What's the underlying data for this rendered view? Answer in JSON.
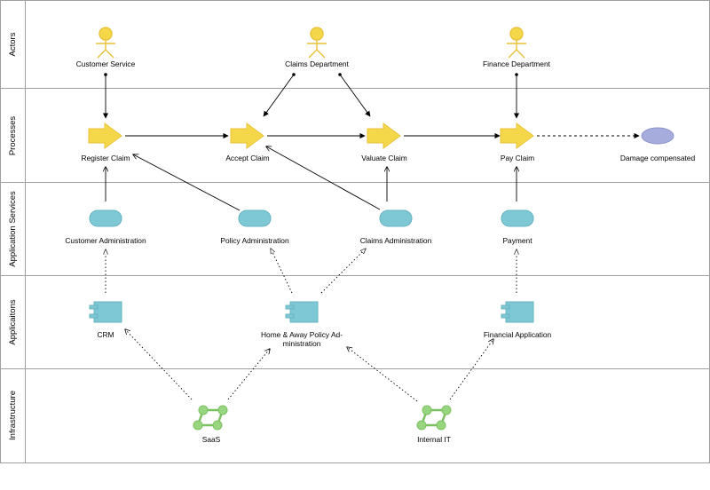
{
  "lanes": [
    "Actors",
    "Processes",
    "Application Services",
    "Applicaitons",
    "Infrastructure"
  ],
  "actors": {
    "customer_service": "Customer Service",
    "claims_department": "Claims Department",
    "finance_department": "Finance Department"
  },
  "processes": {
    "register_claim": "Register Claim",
    "accept_claim": "Accept Claim",
    "valuate_claim": "Valuate Claim",
    "pay_claim": "Pay Claim",
    "damage_compensated": "Damage compensated"
  },
  "services": {
    "customer_administration": "Customer Administration",
    "policy_administration": "Policy Administration",
    "claims_administration": "Claims Administration",
    "payment": "Payment"
  },
  "applications": {
    "crm": "CRM",
    "home_away_line1": "Home & Away Policy Ad-",
    "home_away_line2": "ministration",
    "financial_application": "Financial Application"
  },
  "infrastructure": {
    "saas": "SaaS",
    "internal_it": "Internal IT"
  },
  "colors": {
    "actor": "#f5d84a",
    "process": "#f5d84a",
    "event": "#a6acdc",
    "service": "#7ec7d4",
    "component": "#7ec7d4",
    "node": "#98d57f",
    "lane_border": "#a0a0a0"
  }
}
